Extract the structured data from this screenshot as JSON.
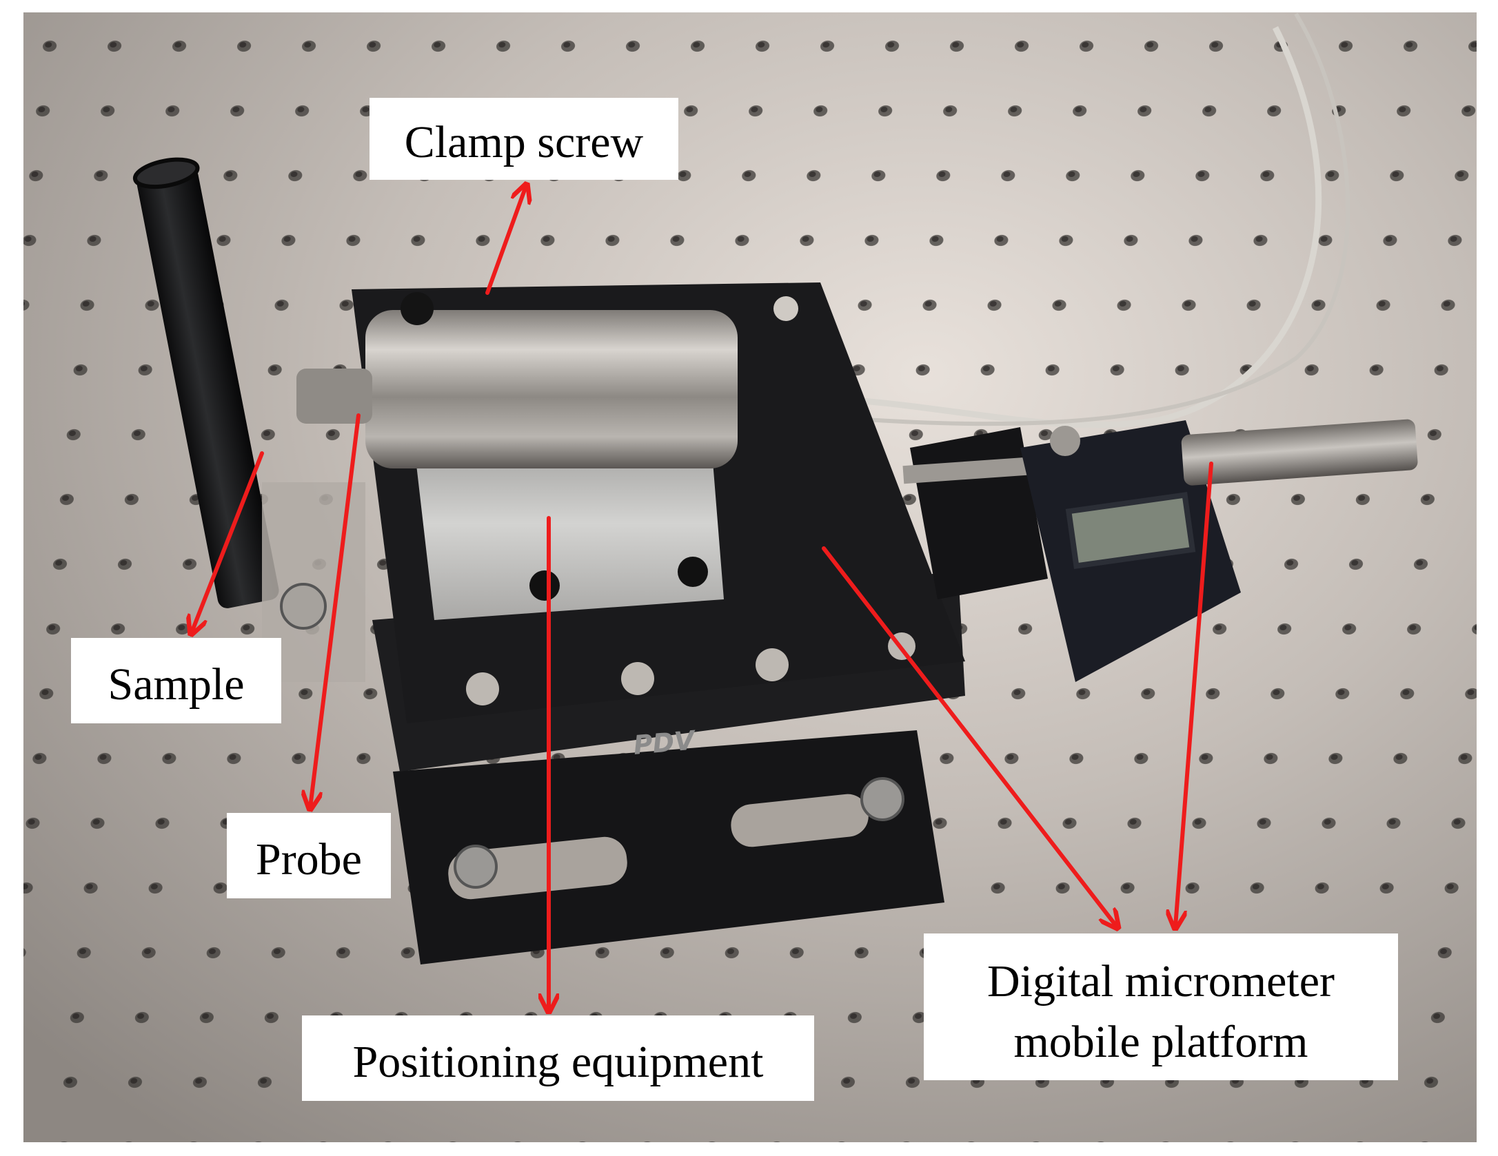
{
  "labels": {
    "clamp_screw": "Clamp screw",
    "sample": "Sample",
    "probe": "Probe",
    "positioning_equipment": "Positioning equipment",
    "micrometer_line1": "Digital micrometer",
    "micrometer_line2": "mobile platform"
  },
  "colors": {
    "arrow": "#ee1c1c",
    "table_light": "#cdc6c0",
    "table_dark": "#8d8782",
    "hole": "#3a3836",
    "stage_black": "#18181a",
    "steel": "#b7b3ae",
    "aluminium": "#c9c9c7",
    "cable": "#d9d6d0"
  },
  "icons": {
    "arrow": "red-arrow-icon"
  }
}
